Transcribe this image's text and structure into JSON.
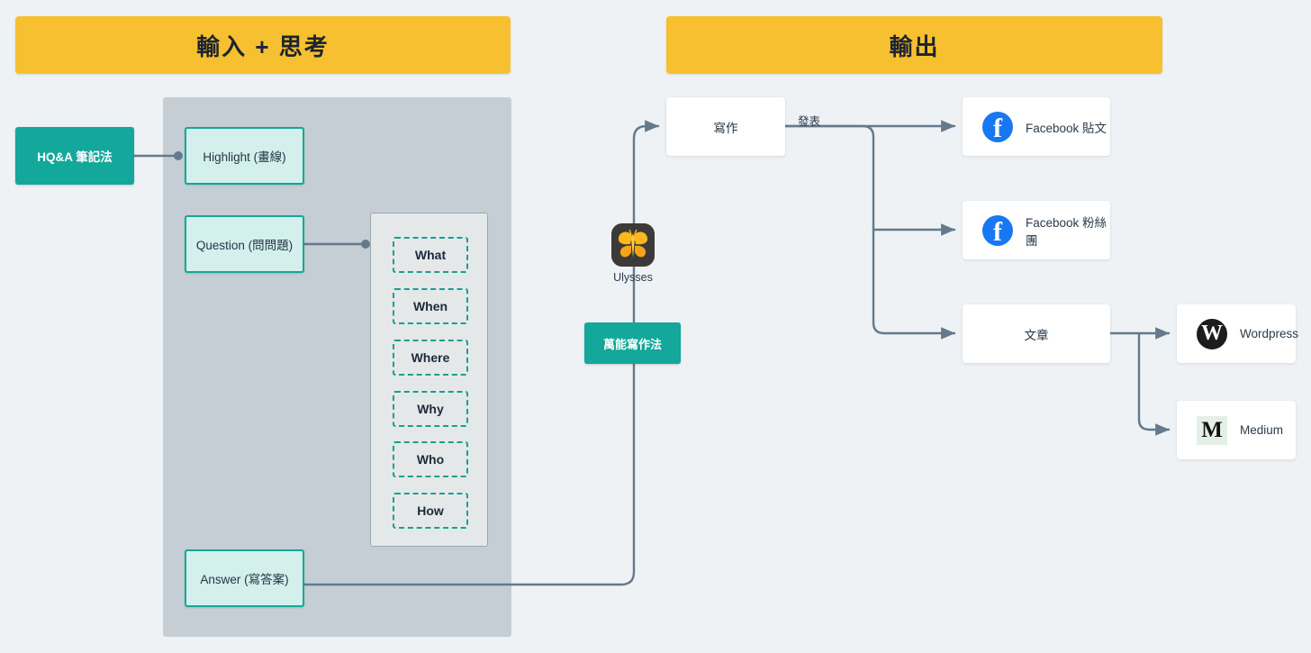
{
  "banners": {
    "input": "輸入 + 思考",
    "output": "輸出"
  },
  "input_section": {
    "source_box": "HQ&A 筆記法",
    "steps": [
      {
        "label": "Highlight (畫線)"
      },
      {
        "label": "Question (問問題)"
      },
      {
        "label": "Answer (寫答案)"
      }
    ],
    "question_words": [
      "What",
      "When",
      "Where",
      "Why",
      "Who",
      "How"
    ]
  },
  "middle_section": {
    "app_icon_name": "ulysses-butterfly-icon",
    "app_label": "Ulysses",
    "method_box": "萬能寫作法"
  },
  "output_section": {
    "writing_card": "寫作",
    "article_card": "文章",
    "publish_label": "發表",
    "channels": [
      {
        "label": "Facebook 貼文",
        "icon": "facebook-icon"
      },
      {
        "label": "Facebook 粉絲團",
        "icon": "facebook-icon"
      },
      {
        "label": "Wordpress",
        "icon": "wordpress-icon",
        "glyph": "W"
      },
      {
        "label": "Medium",
        "icon": "medium-icon",
        "glyph": "M"
      }
    ]
  },
  "colors": {
    "background": "#eef2f5",
    "banner": "#f7c030",
    "panel": "#c5ced4",
    "teal_solid": "#14a79b",
    "teal_light_fill": "#d3f0ec",
    "teal_border": "#12a899",
    "wire": "#64798c",
    "facebook_blue": "#1877f2",
    "card_white": "#ffffff",
    "text_dark": "#263445"
  }
}
